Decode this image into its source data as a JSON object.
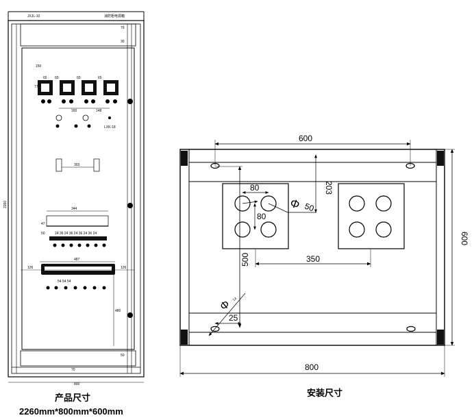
{
  "front_view": {
    "title_left": "JXJL-10",
    "title_right": "消防柜电源箱",
    "model_label": "LXK-18",
    "tiny_labels": {
      "top_right_1": "79",
      "top_right_2": "30",
      "left_side": "2260",
      "panel_left": "150",
      "meter_left": "77",
      "meter_gap_1": "65",
      "meter_gap_2": "65",
      "meter_gap_3": "65",
      "meter_gap_4": "65",
      "lamp_span_1": "160",
      "lamp_span_2": "148",
      "fixing_span": "303",
      "rail1_width": "344",
      "rail1_height": "47",
      "rail1_side": "50",
      "breaker_pitch": "24 36 24 36 24 36 24 36 24",
      "rail2_width": "487",
      "rail2_left": "126",
      "rail2_right": "126",
      "breaker2_pitch": "54 54 54",
      "side_right": "480",
      "bottom_mark": "70",
      "bottom_width": "800",
      "bottom_right": "50"
    },
    "caption": "产品尺寸",
    "dimensions": "2260mm*800mm*600mm"
  },
  "plan_view": {
    "dim_top": "600",
    "dim_inner_vertical": "203",
    "dim_hole_spacing_h": "80",
    "dim_hole_spacing_v": "80",
    "dim_hole_diameter": "50",
    "dim_left_vertical": "500",
    "dim_block_gap": "350",
    "dim_bolt_diameter": "14",
    "dim_bolt_offset": "25",
    "dim_right": "600",
    "dim_bottom": "800",
    "phi_symbol": "Φ",
    "caption": "安装尺寸"
  }
}
